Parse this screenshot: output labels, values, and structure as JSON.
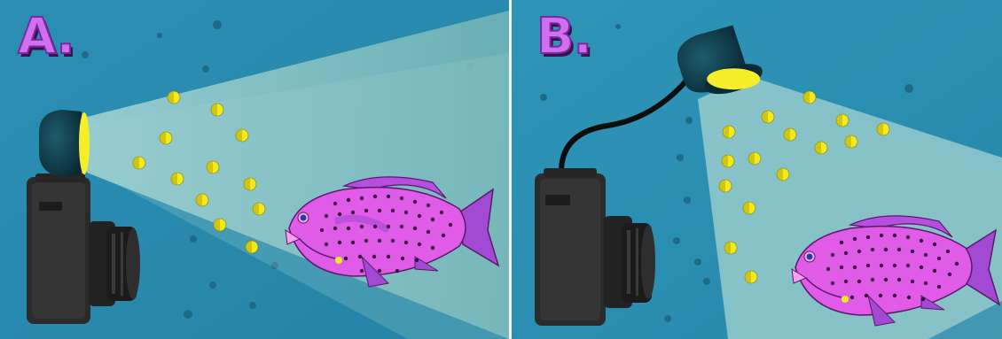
{
  "panels": [
    {
      "id": "A",
      "label": "A."
    },
    {
      "id": "B",
      "label": "B."
    }
  ],
  "colors": {
    "water": "#2f92b4",
    "beam": "#a6d6d2",
    "particle": "#f2ea1e",
    "fish_body": "#e05ce8",
    "fish_fin": "#a34ad4",
    "camera": "#2a2a2a",
    "label": "#d070f0"
  }
}
